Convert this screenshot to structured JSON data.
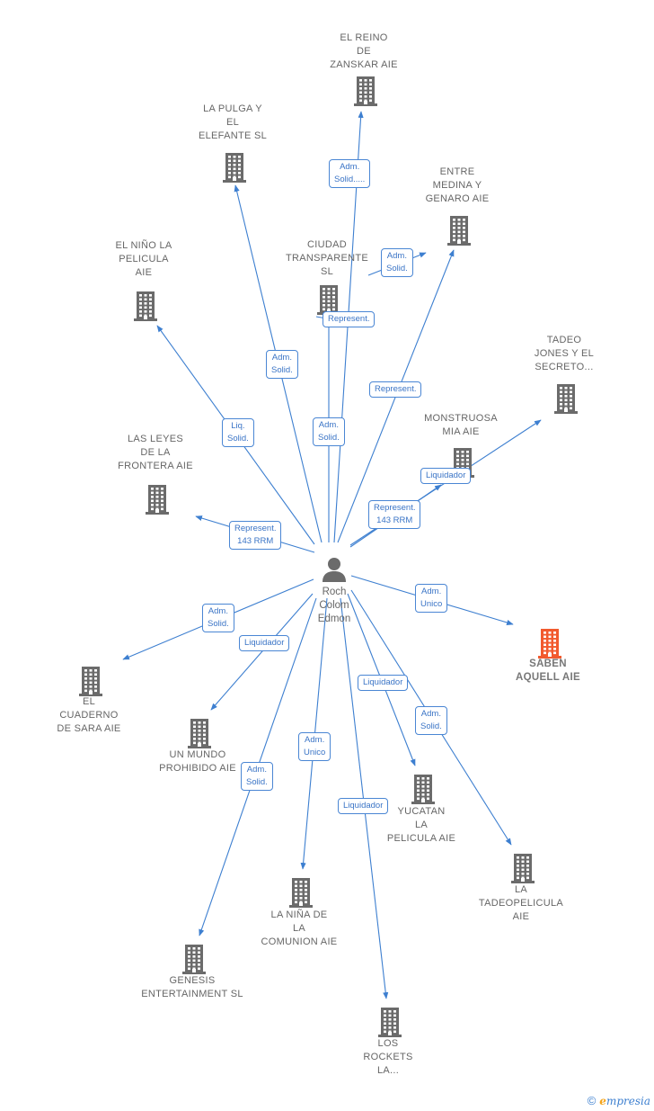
{
  "center": {
    "name": "Roch\nColom\nEdmon"
  },
  "colors": {
    "edge": "#3d7fd0",
    "building": "#6b6b6b",
    "highlight": "#f25a2e"
  },
  "icons": {
    "company": "building-icon",
    "person": "person-icon"
  },
  "nodes": [
    {
      "id": "el-reino",
      "label": "EL REINO\nDE\nZANSKAR  AIE",
      "highlight": false
    },
    {
      "id": "la-pulga",
      "label": "LA PULGA Y\nEL\nELEFANTE  SL",
      "highlight": false
    },
    {
      "id": "entre-medina",
      "label": "ENTRE\nMEDINA Y\nGENARO AIE",
      "highlight": false
    },
    {
      "id": "ciudad",
      "label": "CIUDAD\nTRANSPARENTE\nSL",
      "highlight": false
    },
    {
      "id": "el-nino",
      "label": "EL NIÑO LA\nPELICULA\nAIE",
      "highlight": false
    },
    {
      "id": "tadeo-jones",
      "label": "TADEO\nJONES Y EL\nSECRETO...",
      "highlight": false
    },
    {
      "id": "monstruosa",
      "label": "MONSTRUOSA\nMIA AIE",
      "highlight": false
    },
    {
      "id": "las-leyes",
      "label": "LAS LEYES\nDE LA\nFRONTERA  AIE",
      "highlight": false
    },
    {
      "id": "saben",
      "label": "SABEN\nAQUELL  AIE",
      "highlight": true
    },
    {
      "id": "el-cuaderno",
      "label": "EL\nCUADERNO\nDE SARA AIE",
      "highlight": false
    },
    {
      "id": "un-mundo",
      "label": "UN MUNDO\nPROHIBIDO AIE",
      "highlight": false
    },
    {
      "id": "yucatan",
      "label": "YUCATAN\nLA\nPELICULA AIE",
      "highlight": false
    },
    {
      "id": "tadeopelicula",
      "label": "LA\nTADEOPELICULA\nAIE",
      "highlight": false
    },
    {
      "id": "la-nina",
      "label": "LA NIÑA DE\nLA\nCOMUNION  AIE",
      "highlight": false
    },
    {
      "id": "genesis",
      "label": "GENESIS\nENTERTAINMENT SL",
      "highlight": false
    },
    {
      "id": "los-rockets",
      "label": "LOS\nROCKETS\nLA...",
      "highlight": false
    }
  ],
  "relations": [
    {
      "id": "r-reino",
      "label": "Adm.\nSolid....."
    },
    {
      "id": "r-pulga",
      "label": "Adm.\nSolid."
    },
    {
      "id": "r-medina",
      "label": "Adm.\nSolid."
    },
    {
      "id": "r-ciudad-represent",
      "label": "Represent."
    },
    {
      "id": "r-ciudad-adm",
      "label": "Adm.\nSolid."
    },
    {
      "id": "r-nino",
      "label": "Liq.\nSolid."
    },
    {
      "id": "r-represent-mid",
      "label": "Represent."
    },
    {
      "id": "r-tadeo",
      "label": "Liquidador"
    },
    {
      "id": "r-monstruosa",
      "label": "Represent.\n143 RRM"
    },
    {
      "id": "r-leyes",
      "label": "Represent.\n143 RRM"
    },
    {
      "id": "r-saben",
      "label": "Adm.\nUnico"
    },
    {
      "id": "r-cuaderno",
      "label": "Adm.\nSolid."
    },
    {
      "id": "r-mundo",
      "label": "Liquidador"
    },
    {
      "id": "r-yucatan",
      "label": "Liquidador"
    },
    {
      "id": "r-tadeopelicula",
      "label": "Adm.\nSolid."
    },
    {
      "id": "r-nina",
      "label": "Adm.\nUnico"
    },
    {
      "id": "r-genesis",
      "label": "Adm.\nSolid."
    },
    {
      "id": "r-rockets",
      "label": "Liquidador"
    }
  ],
  "footer": {
    "copyright": "©",
    "brand_first": "e",
    "brand_rest": "mpresia"
  }
}
